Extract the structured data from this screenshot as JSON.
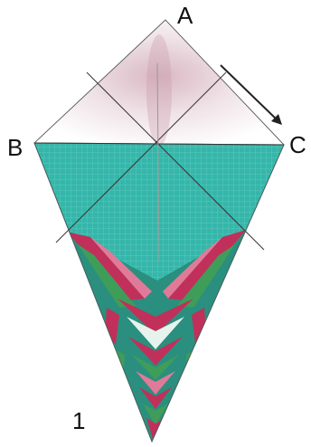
{
  "figure": {
    "step_number": "1",
    "points": {
      "a": "A",
      "b": "B",
      "c": "C"
    },
    "colors": {
      "paper_top": "#f4eef0",
      "paper_teal": "#2fb3a6",
      "paper_teal_dark": "#1f8d84",
      "pattern_red": "#c0305a",
      "pattern_pink": "#e07a98",
      "pattern_green": "#3f9d5a",
      "pattern_white": "#e6f3ec",
      "line_color": "#333333",
      "arrow_color": "#222222"
    }
  }
}
